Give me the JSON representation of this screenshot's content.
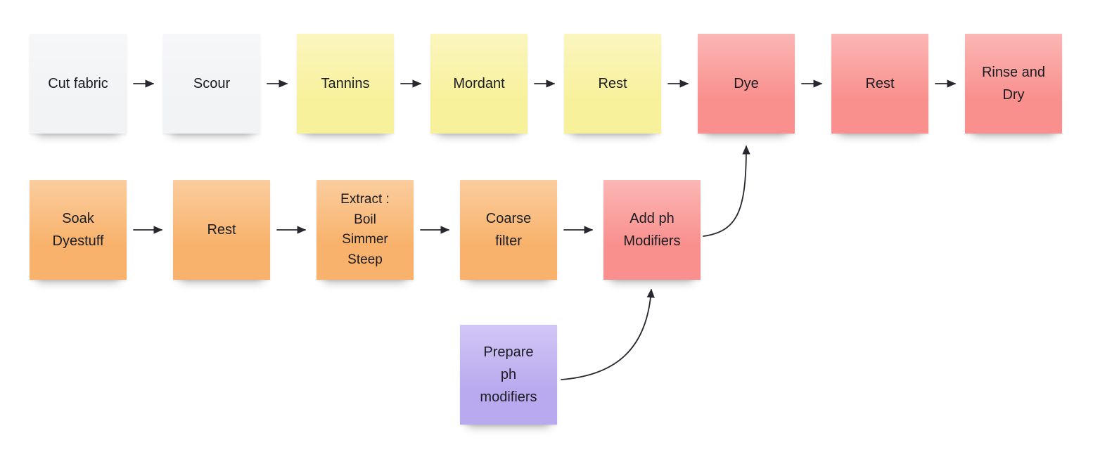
{
  "palette": {
    "white": "#f2f3f5",
    "yellow": "#f8f19c",
    "orange": "#f8b26b",
    "red": "#f9908e",
    "purple": "#b9a9ef",
    "arrow": "#27272f",
    "text": "#1b1c22",
    "background": "#ffffff"
  },
  "row1": {
    "notes": [
      {
        "label": "Cut fabric",
        "color": "white"
      },
      {
        "label": "Scour",
        "color": "white"
      },
      {
        "label": "Tannins",
        "color": "yellow"
      },
      {
        "label": "Mordant",
        "color": "yellow"
      },
      {
        "label": "Rest",
        "color": "yellow"
      },
      {
        "label": "Dye",
        "color": "red"
      },
      {
        "label": "Rest",
        "color": "red"
      },
      {
        "label": "Rinse and\nDry",
        "color": "red"
      }
    ]
  },
  "row2": {
    "notes": [
      {
        "label": "Soak\nDyestuff",
        "color": "orange"
      },
      {
        "label": "Rest",
        "color": "orange"
      },
      {
        "label": "Extract :\nBoil\nSimmer\nSteep",
        "color": "orange"
      },
      {
        "label": "Coarse\nfilter",
        "color": "orange"
      },
      {
        "label": "Add ph\nModifiers",
        "color": "red"
      }
    ]
  },
  "row3": {
    "notes": [
      {
        "label": "Prepare\nph\nmodifiers",
        "color": "purple"
      }
    ]
  },
  "connections": [
    {
      "from": "cut-fabric",
      "to": "scour",
      "shape": "straight"
    },
    {
      "from": "scour",
      "to": "tannins",
      "shape": "straight"
    },
    {
      "from": "tannins",
      "to": "mordant",
      "shape": "straight"
    },
    {
      "from": "mordant",
      "to": "rest-1",
      "shape": "straight"
    },
    {
      "from": "rest-1",
      "to": "dye",
      "shape": "straight"
    },
    {
      "from": "dye",
      "to": "rest-2",
      "shape": "straight"
    },
    {
      "from": "rest-2",
      "to": "rinse-and-dry",
      "shape": "straight"
    },
    {
      "from": "soak-dyestuff",
      "to": "rest-dyestuff",
      "shape": "straight"
    },
    {
      "from": "rest-dyestuff",
      "to": "extract",
      "shape": "straight"
    },
    {
      "from": "extract",
      "to": "coarse-filter",
      "shape": "straight"
    },
    {
      "from": "coarse-filter",
      "to": "add-ph-modifiers",
      "shape": "straight"
    },
    {
      "from": "add-ph-modifiers",
      "to": "dye",
      "shape": "curved"
    },
    {
      "from": "prepare-ph-modifiers",
      "to": "add-ph-modifiers",
      "shape": "curved"
    }
  ]
}
